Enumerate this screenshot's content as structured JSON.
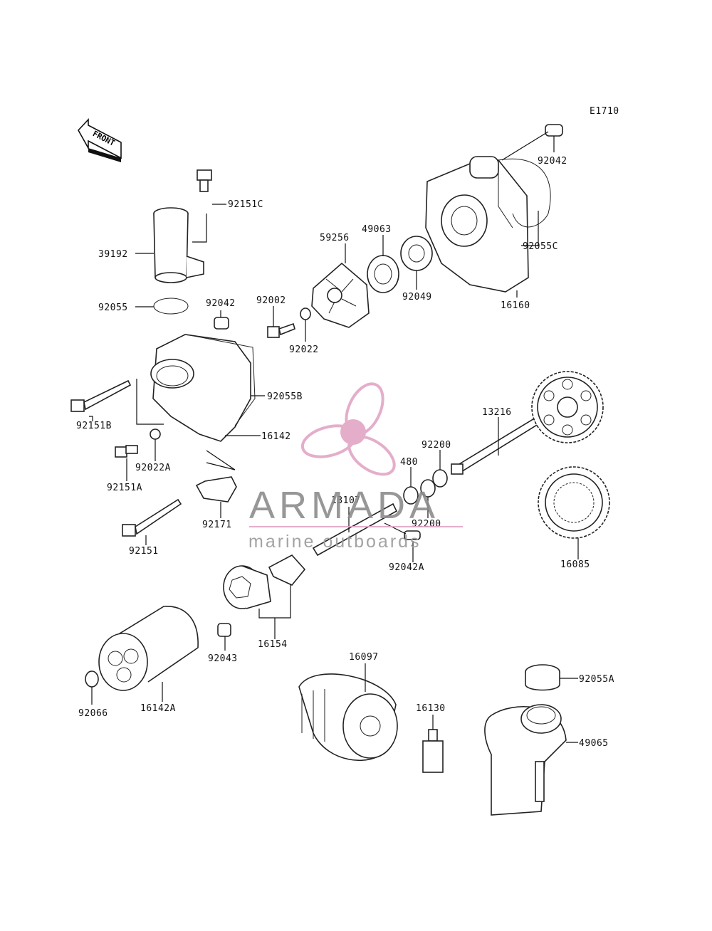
{
  "diagram": {
    "code": "E1710",
    "front_label": "FRONT",
    "parts": {
      "p92042_top": "92042",
      "p92151C": "92151C",
      "p39192": "39192",
      "p92055": "92055",
      "p92042_mid": "92042",
      "p92002": "92002",
      "p59256": "59256",
      "p49063": "49063",
      "p92049": "92049",
      "p92055C": "92055C",
      "p16160": "16160",
      "p92022": "92022",
      "p92055B": "92055B",
      "p92151B": "92151B",
      "p16142": "16142",
      "p92022A": "92022A",
      "p92151A": "92151A",
      "p92171": "92171",
      "p92151": "92151",
      "p13216": "13216",
      "p92200_a": "92200",
      "p480": "480",
      "p13107": "13107",
      "p92200_b": "92200",
      "p92042A": "92042A",
      "p16085": "16085",
      "p16154": "16154",
      "p92043": "92043",
      "p16097": "16097",
      "p16130": "16130",
      "p92055A": "92055A",
      "p49065": "49065",
      "p92066": "92066",
      "p16142A": "16142A"
    }
  },
  "watermark": {
    "brand": "ARMADA",
    "tagline": "marine outboards",
    "color_pink": "#e2a6c6",
    "color_gray": "#9a9a9a"
  }
}
